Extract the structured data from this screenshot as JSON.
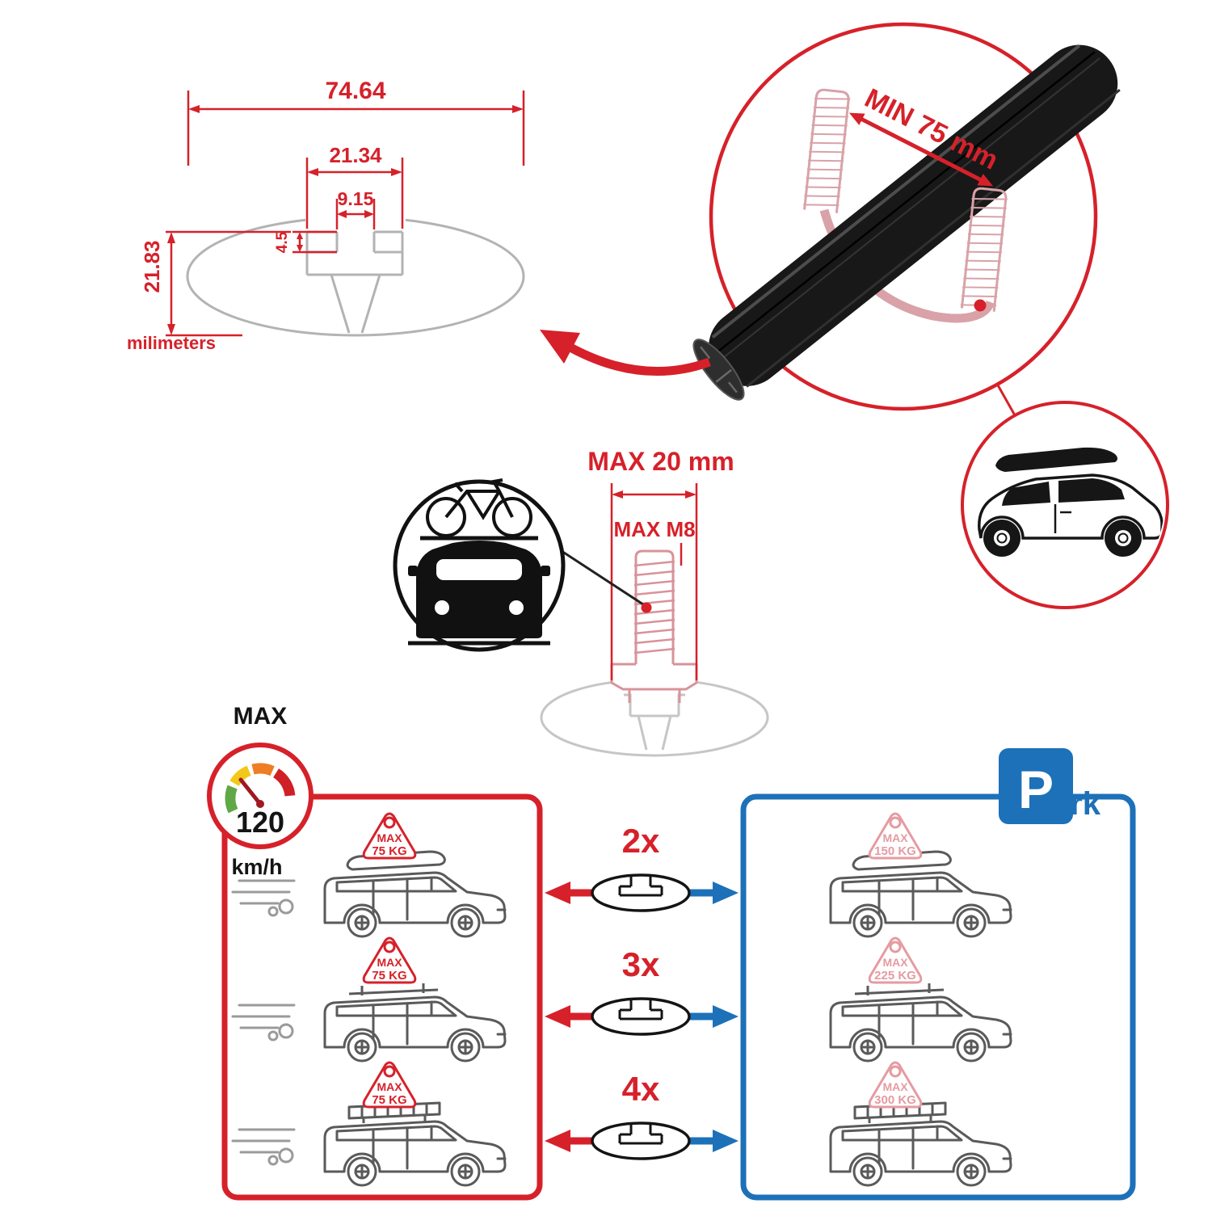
{
  "colors": {
    "red": "#d6212a",
    "blue": "#1d71b8",
    "ghost_pink": "#d8a2a8",
    "badge_pink": "#e59ba2",
    "diagram_gray": "#b3b3b3",
    "car_gray": "#5a5a5a",
    "black": "#141414"
  },
  "dimension_diagram": {
    "total_width": "74.64",
    "channel_width": "21.34",
    "slot_width": "9.15",
    "lip_depth": "4.5",
    "total_height": "21.83",
    "units_label": "milimeters"
  },
  "crossbar_detail": {
    "min_span_label": "MIN 75 mm"
  },
  "bolt_detail": {
    "max_width_label": "MAX 20 mm",
    "max_thread_label": "MAX M8"
  },
  "speed_limit": {
    "label": "MAX",
    "value": "120",
    "units": "km/h"
  },
  "multipliers": [
    "2x",
    "3x",
    "4x"
  ],
  "driving_cars": [
    {
      "max_label": "MAX",
      "load": "75 KG"
    },
    {
      "max_label": "MAX",
      "load": "75 KG"
    },
    {
      "max_label": "MAX",
      "load": "75 KG"
    }
  ],
  "parked_cars": [
    {
      "max_label": "MAX",
      "load": "150 KG"
    },
    {
      "max_label": "MAX",
      "load": "225 KG"
    },
    {
      "max_label": "MAX",
      "load": "300 KG"
    }
  ],
  "parking_sign": {
    "letter": "P",
    "suffix": "ark"
  }
}
